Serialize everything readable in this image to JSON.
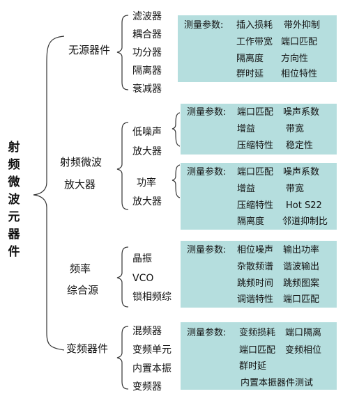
{
  "root": "射频微波元器件",
  "passive": {
    "label": "无源器件",
    "items": [
      "滤波器",
      "耦合器",
      "功分器",
      "隔离器",
      "衰减器"
    ],
    "params": {
      "label": "测量参数:",
      "rows": [
        [
          "插入损耗",
          "带外抑制"
        ],
        [
          "工作带宽",
          "端口匹配"
        ],
        [
          "隔离度",
          "方向性"
        ],
        [
          "群时延",
          "相位特性"
        ]
      ]
    }
  },
  "amplifier": {
    "label_lines": [
      "射频微波",
      "放大器"
    ],
    "lna": {
      "lines": [
        "低噪声",
        "放大器"
      ]
    },
    "lna_params": {
      "label": "测量参数:",
      "rows": [
        [
          "端口匹配",
          "噪声系数"
        ],
        [
          "增益",
          "带宽"
        ],
        [
          "压缩特性",
          "稳定性"
        ]
      ]
    },
    "pa": {
      "lines": [
        "功率",
        "放大器"
      ]
    },
    "pa_params": {
      "label": "测量参数:",
      "rows": [
        [
          "端口匹配",
          "噪声系数"
        ],
        [
          "增益",
          "带宽"
        ],
        [
          "压缩特性",
          "Hot S22"
        ],
        [
          "隔离度",
          "邻道抑制比"
        ]
      ]
    }
  },
  "synth": {
    "label_lines": [
      "频率",
      "综合源"
    ],
    "items": [
      "晶振",
      "VCO",
      "锁相频综"
    ],
    "params": {
      "label": "测量参数:",
      "rows": [
        [
          "相位噪声",
          "输出功率"
        ],
        [
          "杂散频谱",
          "谐波输出"
        ],
        [
          "跳频时间",
          "跳频图案"
        ],
        [
          "调谐特性",
          "端口匹配"
        ]
      ]
    }
  },
  "mixer": {
    "label": "变频器件",
    "items": [
      "混频器",
      "变频单元",
      "内置本振",
      "变频器"
    ],
    "params": {
      "label": "测量参数:",
      "rows": [
        [
          "变频损耗",
          "端口隔离"
        ],
        [
          "端口匹配",
          "变频相位"
        ],
        [
          "群时延",
          ""
        ]
      ],
      "last": "内置本振器件测试"
    }
  }
}
